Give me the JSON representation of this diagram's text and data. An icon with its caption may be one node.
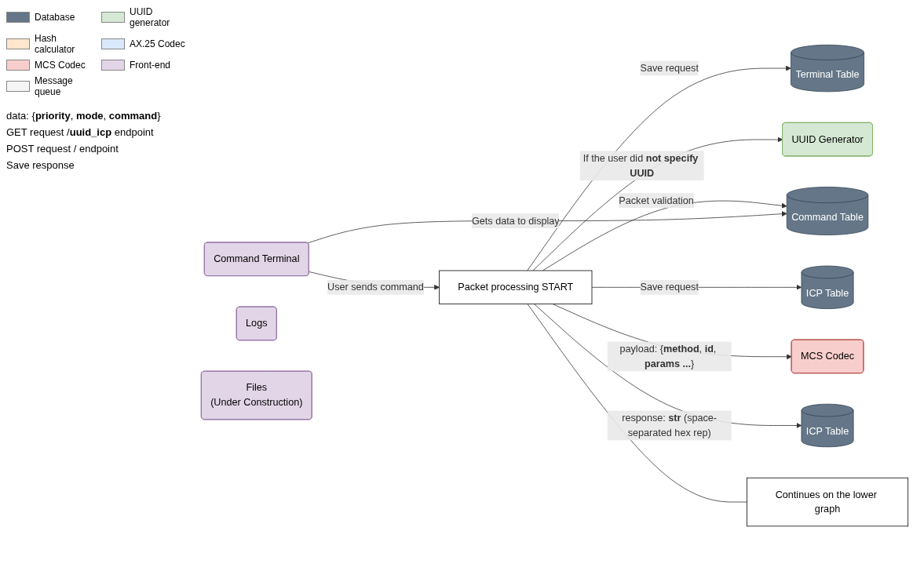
{
  "diagram": {
    "nodes": [
      {
        "text": [
          "Terminal Table"
        ]
      },
      {
        "text": [
          "UUID Generator"
        ]
      },
      {
        "text": [
          "MCS Codec"
        ]
      },
      {
        "text": [
          "Packet processing START"
        ]
      },
      {
        "text": [
          "Continues on the lower graph"
        ]
      },
      {
        "text": [
          "Command Terminal"
        ]
      },
      {
        "text": [
          "Command Table"
        ]
      },
      {
        "text": [
          "ICP Table"
        ]
      },
      {
        "text": [
          "ICP Table"
        ]
      },
      {
        "text": [
          "Logs"
        ]
      },
      {
        "text": [
          "Files",
          "(Under Construction)"
        ]
      }
    ],
    "edges": [
      {
        "from": 5,
        "to": 3,
        "arrow": "to",
        "label": "User sends command"
      },
      {
        "from": 3,
        "to": 0,
        "arrow": "to",
        "label": "Save request"
      },
      {
        "from": 3,
        "to": 1,
        "arrow": "to",
        "label": "If the user did **not specify UUID**"
      },
      {
        "from": 3,
        "to": 6,
        "arrow": "to",
        "label": "Packet validation"
      },
      {
        "from": 3,
        "to": 7,
        "arrow": "to",
        "label": "Save request"
      },
      {
        "from": 3,
        "to": 2,
        "arrow": "to",
        "label": "payload: {**method**, **id**, **params ...**}"
      },
      {
        "from": 3,
        "to": 8,
        "arrow": "to",
        "label": "response: **str** (space-separated hex rep)"
      },
      {
        "from": 3,
        "to": 4,
        "arrow": "none"
      },
      {
        "from": 5,
        "to": 6,
        "arrow": "to",
        "label": "Gets data to display"
      }
    ],
    "labels": [
      "data: {**priority**, **mode**, **command**}",
      "GET request /**uuid_icp** endpoint",
      "POST request / endpoint",
      "Save response"
    ],
    "legend": [
      {
        "text": "Database",
        "color": "#647687"
      },
      {
        "text": "Hash calculator",
        "color": "#ffe6cc"
      },
      {
        "text": "MCS Codec",
        "color": "#f8cecc"
      },
      {
        "text": "Message queue",
        "color": "#f5f5f5"
      },
      {
        "text": "UUID generator",
        "color": "#d5e8d4"
      },
      {
        "text": "AX.25 Codec",
        "color": "#dae8fc"
      },
      {
        "text": "Front-end",
        "color": "#e1d5e7"
      }
    ]
  }
}
